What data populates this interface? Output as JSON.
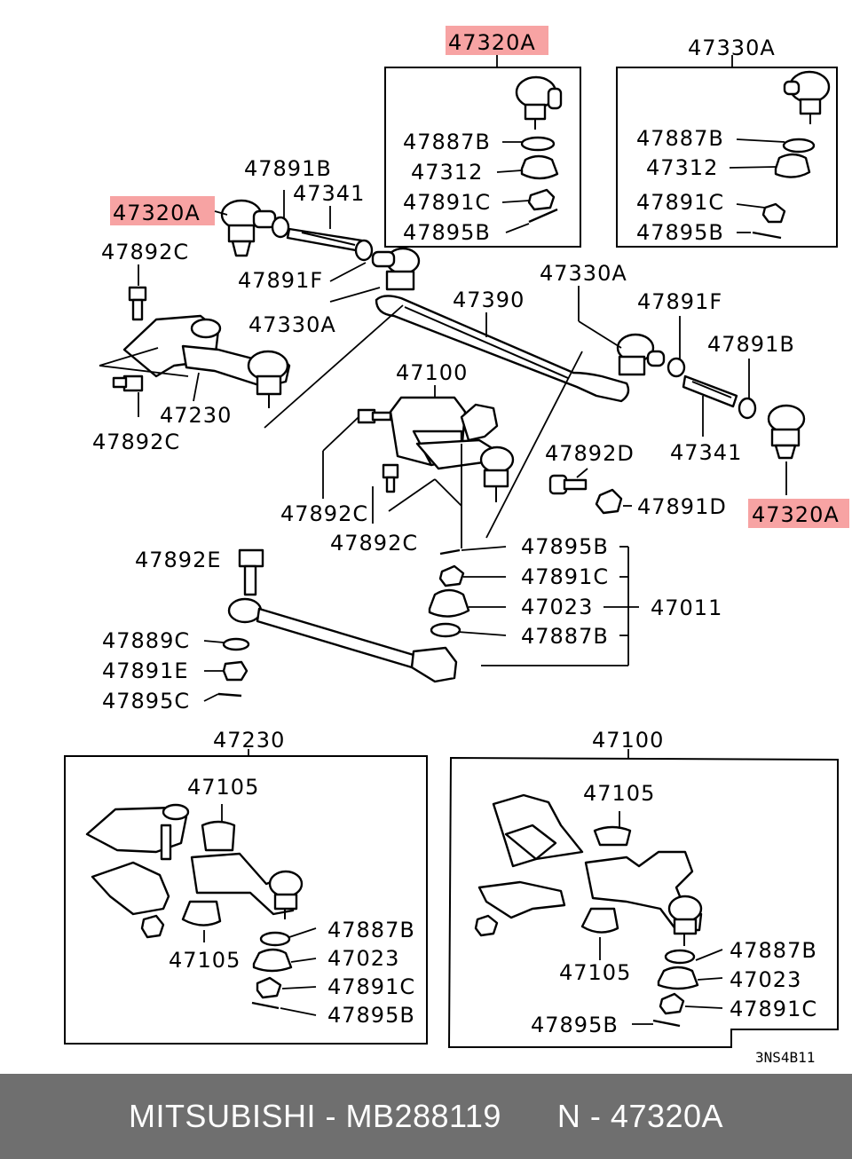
{
  "highlight_color": "#f7a3a3",
  "footer_color": "#6f6f6f",
  "labels": {
    "top_box_a_title": "47320A",
    "top_box_b_title": "47330A",
    "a_47887B": "47887B",
    "a_47312": "47312",
    "a_47891C": "47891C",
    "a_47895B": "47895B",
    "b_47887B": "47887B",
    "b_47312": "47312",
    "b_47891C": "47891C",
    "b_47895B": "47895B",
    "left_47891B": "47891B",
    "left_47341": "47341",
    "left_47320A": "47320A",
    "left_47892C": "47892C",
    "left_47891F": "47891F",
    "left_47330A": "47330A",
    "center_47390": "47390",
    "right_47330A": "47330A",
    "right_47891F": "47891F",
    "right_47891B": "47891B",
    "left_47230": "47230",
    "left_47892C_b": "47892C",
    "center_47100": "47100",
    "right_47341": "47341",
    "right_47892D": "47892D",
    "right_47891D": "47891D",
    "right_47320A": "47320A",
    "mid_47892C_a": "47892C",
    "mid_47892C_b": "47892C",
    "rod_47892E": "47892E",
    "rod_47895B": "47895B",
    "rod_47891C": "47891C",
    "rod_47023": "47023",
    "rod_47011": "47011",
    "rod_47887B": "47887B",
    "rod_47889C": "47889C",
    "rod_47891E": "47891E",
    "rod_47895C": "47895C",
    "bl_title": "47230",
    "bl_47105_top": "47105",
    "bl_47105_bottom": "47105",
    "bl_47887B": "47887B",
    "bl_47023": "47023",
    "bl_47891C": "47891C",
    "bl_47895B": "47895B",
    "br_title": "47100",
    "br_47105_top": "47105",
    "br_47105_bottom": "47105",
    "br_47887B": "47887B",
    "br_47023": "47023",
    "br_47891C": "47891C",
    "br_47895B": "47895B",
    "diagram_code": "3NS4B11"
  },
  "footer": {
    "text": "MITSUBISHI - MB288119      N - 47320A"
  }
}
